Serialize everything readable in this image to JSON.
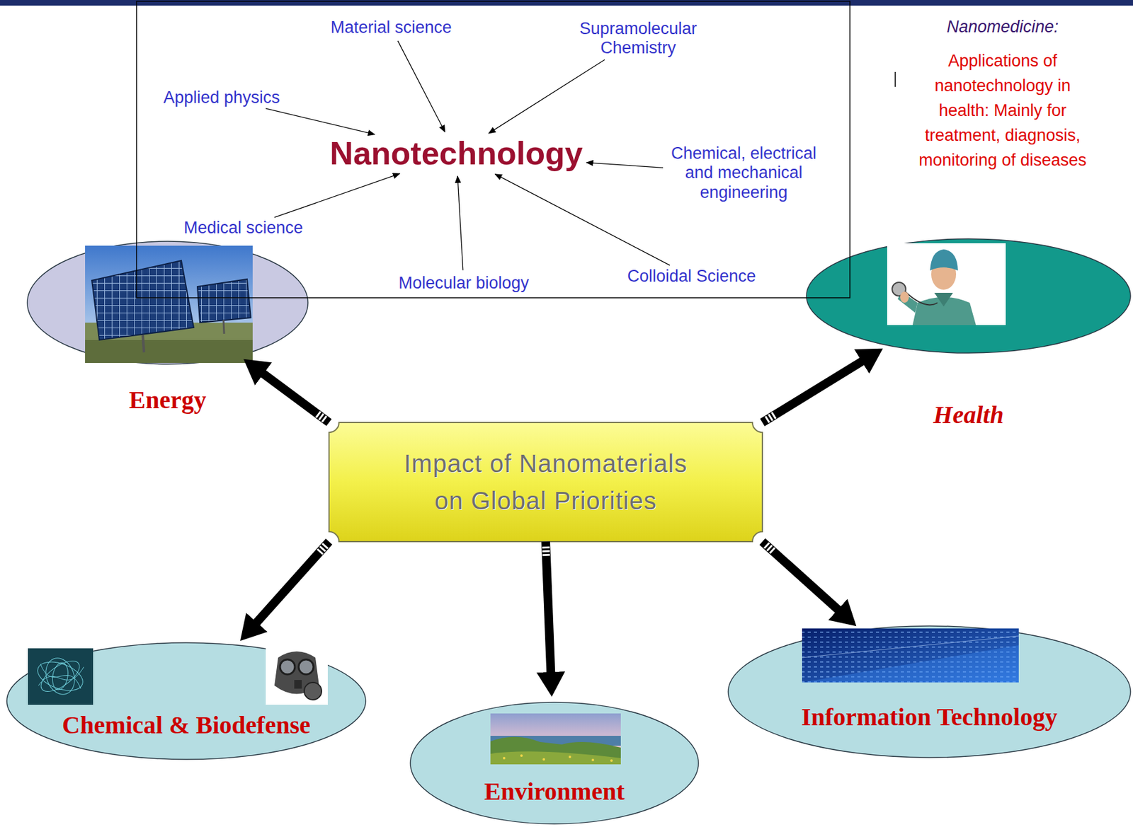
{
  "diagram": {
    "nodes": [
      {
        "text": [
          "Material science"
        ]
      },
      {
        "text": [
          "Supramolecular Chemistry"
        ]
      },
      {
        "text": [
          "Applied physics"
        ]
      },
      {
        "text": [
          "Nanotechnology"
        ]
      },
      {
        "text": [
          "Chemical, electrical and mechanical engineering"
        ]
      },
      {
        "text": [
          "Medical science"
        ]
      },
      {
        "text": [
          "Molecular biology"
        ]
      },
      {
        "text": [
          "Colloidal Science"
        ]
      },
      {
        "text": [
          "Energy"
        ]
      },
      {
        "text": [
          "Health"
        ]
      },
      {
        "text": [
          "Impact of Nanomaterials on Global Priorities"
        ]
      },
      {
        "text": [
          "Chemical & Biodefense"
        ]
      },
      {
        "text": [
          "Environment"
        ]
      },
      {
        "text": [
          "Information Technology"
        ]
      }
    ],
    "edges": [
      {
        "from": 0,
        "to": 3,
        "arrow": "to"
      },
      {
        "from": 1,
        "to": 3,
        "arrow": "to"
      },
      {
        "from": 2,
        "to": 3,
        "arrow": "to"
      },
      {
        "from": 4,
        "to": 3,
        "arrow": "to"
      },
      {
        "from": 5,
        "to": 3,
        "arrow": "to"
      },
      {
        "from": 6,
        "to": 3,
        "arrow": "to"
      },
      {
        "from": 7,
        "to": 3,
        "arrow": "to"
      },
      {
        "from": 10,
        "to": 8,
        "arrow": "to"
      },
      {
        "from": 10,
        "to": 9,
        "arrow": "to"
      },
      {
        "from": 10,
        "to": 11,
        "arrow": "to"
      },
      {
        "from": 10,
        "to": 12,
        "arrow": "to"
      },
      {
        "from": 10,
        "to": 13,
        "arrow": "to"
      }
    ],
    "labels": [
      "Nanomedicine:",
      "Applications of nanotechnology in health: Mainly for treatment, diagnosis, monitoring of diseases"
    ]
  }
}
